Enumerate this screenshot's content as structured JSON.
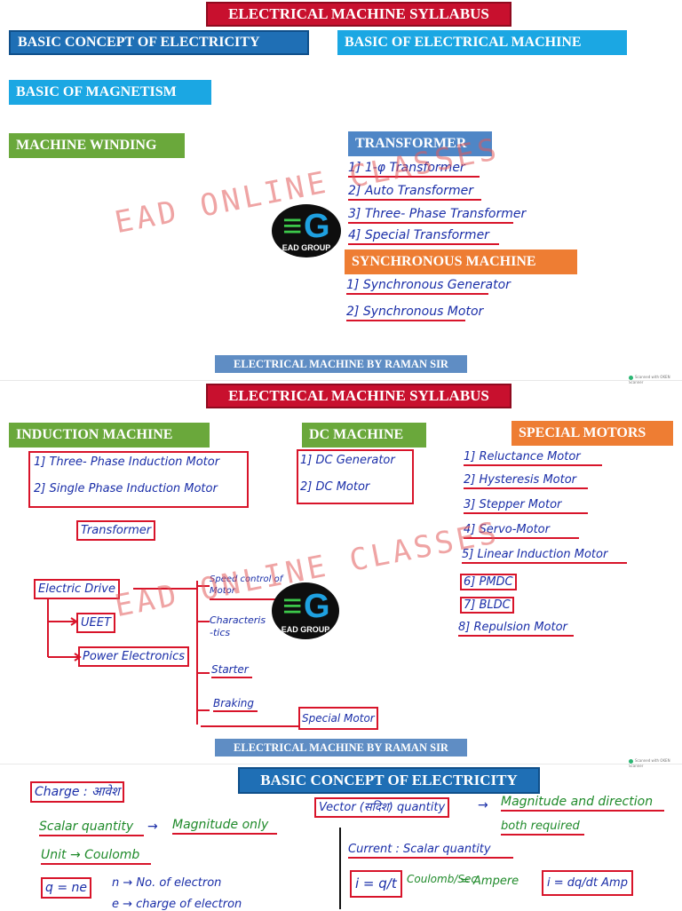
{
  "page1": {
    "title": "ELECTRICAL MACHINE SYLLABUS",
    "b_concept": "BASIC CONCEPT OF ELECTRICITY",
    "b_machine": "BASIC OF ELECTRICAL MACHINE",
    "b_magnet": "BASIC OF MAGNETISM",
    "b_winding": "MACHINE WINDING",
    "b_transformer": "TRANSFORMER",
    "transformer_items": [
      "1] 1-φ Transformer",
      "2] Auto Transformer",
      "3] Three- Phase Transformer",
      "4] Special Transformer"
    ],
    "b_sync": "SYNCHRONOUS MACHINE",
    "sync_items": [
      "1] Synchronous Generator",
      "2] Synchronous Motor"
    ],
    "watermark": "EAD ONLINE CLASSES",
    "logo_text": "EAD GROUP",
    "footer": "ELECTRICAL MACHINE BY RAMAN SIR",
    "scanned": "Scanned with OKEN Scanner"
  },
  "page2": {
    "title": "ELECTRICAL MACHINE SYLLABUS",
    "b_induction": "INDUCTION MACHINE",
    "induction_items": [
      "1] Three- Phase Induction Motor",
      "2] Single Phase Induction Motor"
    ],
    "transformer_note": "Transformer",
    "b_dc": "DC MACHINE",
    "dc_items": [
      "1] DC Generator",
      "2] DC Motor"
    ],
    "b_special": "SPECIAL MOTORS",
    "special_items": [
      "1] Reluctance Motor",
      "2] Hysteresis Motor",
      "3] Stepper Motor",
      "4] Servo-Motor",
      "5] Linear Induction Motor",
      "6] PMDC",
      "7] BLDC",
      "8] Repulsion Motor"
    ],
    "drive": "Electric Drive",
    "drive_children": [
      "UEET",
      "Power Electronics"
    ],
    "branch_items": [
      "Speed control of Motor",
      "Characteris -tics",
      "Starter",
      "Braking"
    ],
    "special_motor_box": "Special Motor",
    "watermark": "EAD ONLINE CLASSES",
    "logo_text": "EAD GROUP",
    "footer": "ELECTRICAL MACHINE BY RAMAN SIR",
    "scanned": "Scanned with OKEN Scanner"
  },
  "page3": {
    "title": "BASIC CONCEPT OF ELECTRICITY",
    "charge": "Charge : आवेश",
    "scalar_left": "Scalar quantity",
    "arrow1": "→",
    "magnitude_only": "Magnitude only",
    "unit": "Unit → Coulomb",
    "q_eq": "q = ne",
    "n_note": "n → No. of electron",
    "e_note": "e → charge of electron",
    "vector": "Vector (सदिश) quantity",
    "arrow2": "→",
    "mag_dir": "Magnitude and direction",
    "both_req": "both required",
    "current": "Current : Scalar quantity",
    "i_eq": "i = q/t",
    "coulomb_sec": "Coulomb/Sec",
    "ampere": "= Ampere",
    "i_dq": "i = dq/dt Amp"
  }
}
